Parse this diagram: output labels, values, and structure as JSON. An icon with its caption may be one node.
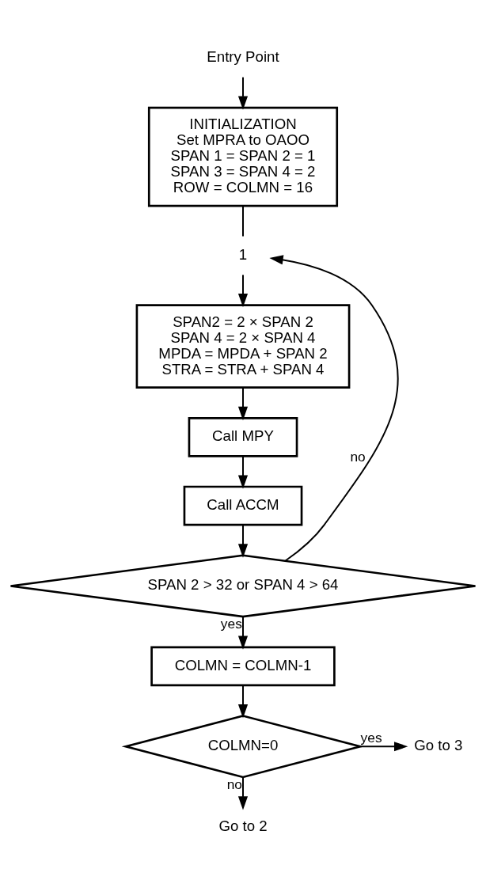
{
  "diagram": {
    "nodes": [
      {
        "text": [
          "Entry Point"
        ]
      },
      {
        "text": [
          "INITIALIZATION",
          "Set MPRA to OAOO",
          "SPAN 1 = SPAN 2 = 1",
          "SPAN 3 = SPAN 4 = 2",
          "ROW = COLMN = 16"
        ]
      },
      {
        "text": [
          "1"
        ]
      },
      {
        "text": [
          "SPAN2 = 2 × SPAN 2",
          "SPAN 4 = 2 × SPAN 4",
          "MPDA = MPDA + SPAN 2",
          "STRA = STRA + SPAN 4"
        ]
      },
      {
        "text": [
          "Call MPY"
        ]
      },
      {
        "text": [
          "Call ACCM"
        ]
      },
      {
        "text": [
          "SPAN 2 > 32 or SPAN 4 > 64"
        ]
      },
      {
        "text": [
          "COLMN = COLMN-1"
        ]
      },
      {
        "text": [
          "COLMN=0"
        ]
      },
      {
        "text": [
          "Go to 3"
        ]
      },
      {
        "text": [
          "Go to 2"
        ]
      }
    ],
    "edges": [
      {
        "from": 0,
        "to": 1,
        "arrow": "to"
      },
      {
        "from": 1,
        "to": 2,
        "arrow": "none"
      },
      {
        "from": 2,
        "to": 3,
        "arrow": "to"
      },
      {
        "from": 3,
        "to": 4,
        "arrow": "to"
      },
      {
        "from": 4,
        "to": 5,
        "arrow": "to"
      },
      {
        "from": 5,
        "to": 6,
        "arrow": "to"
      },
      {
        "from": 6,
        "to": 2,
        "label": "no",
        "arrow": "to"
      },
      {
        "from": 6,
        "to": 7,
        "label": "yes",
        "arrow": "to"
      },
      {
        "from": 7,
        "to": 8,
        "arrow": "to"
      },
      {
        "from": 8,
        "to": 9,
        "label": "yes",
        "arrow": "to"
      },
      {
        "from": 8,
        "to": 10,
        "label": "no",
        "arrow": "to"
      }
    ]
  }
}
